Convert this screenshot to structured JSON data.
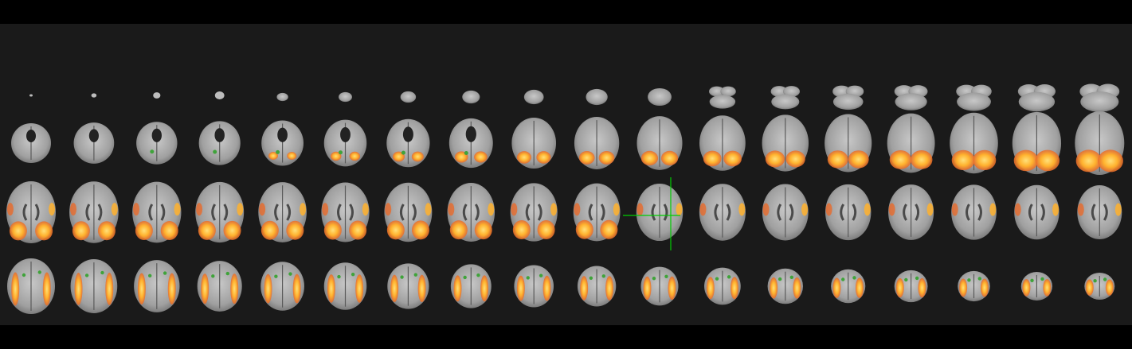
{
  "viewer": {
    "mode": "axial-mosaic",
    "rows": 4,
    "columns": 18,
    "crosshair_tile": {
      "row": 2,
      "col": 10
    },
    "colors": {
      "background": "#000000",
      "panel": "#1a1a1a",
      "crosshair": "#00cc00",
      "overlay_hot": "#ffb22e",
      "overlay_warm": "#e86a2a",
      "overlay_green": "#3fa33a",
      "brain_gray": "#9a9a9a"
    }
  }
}
